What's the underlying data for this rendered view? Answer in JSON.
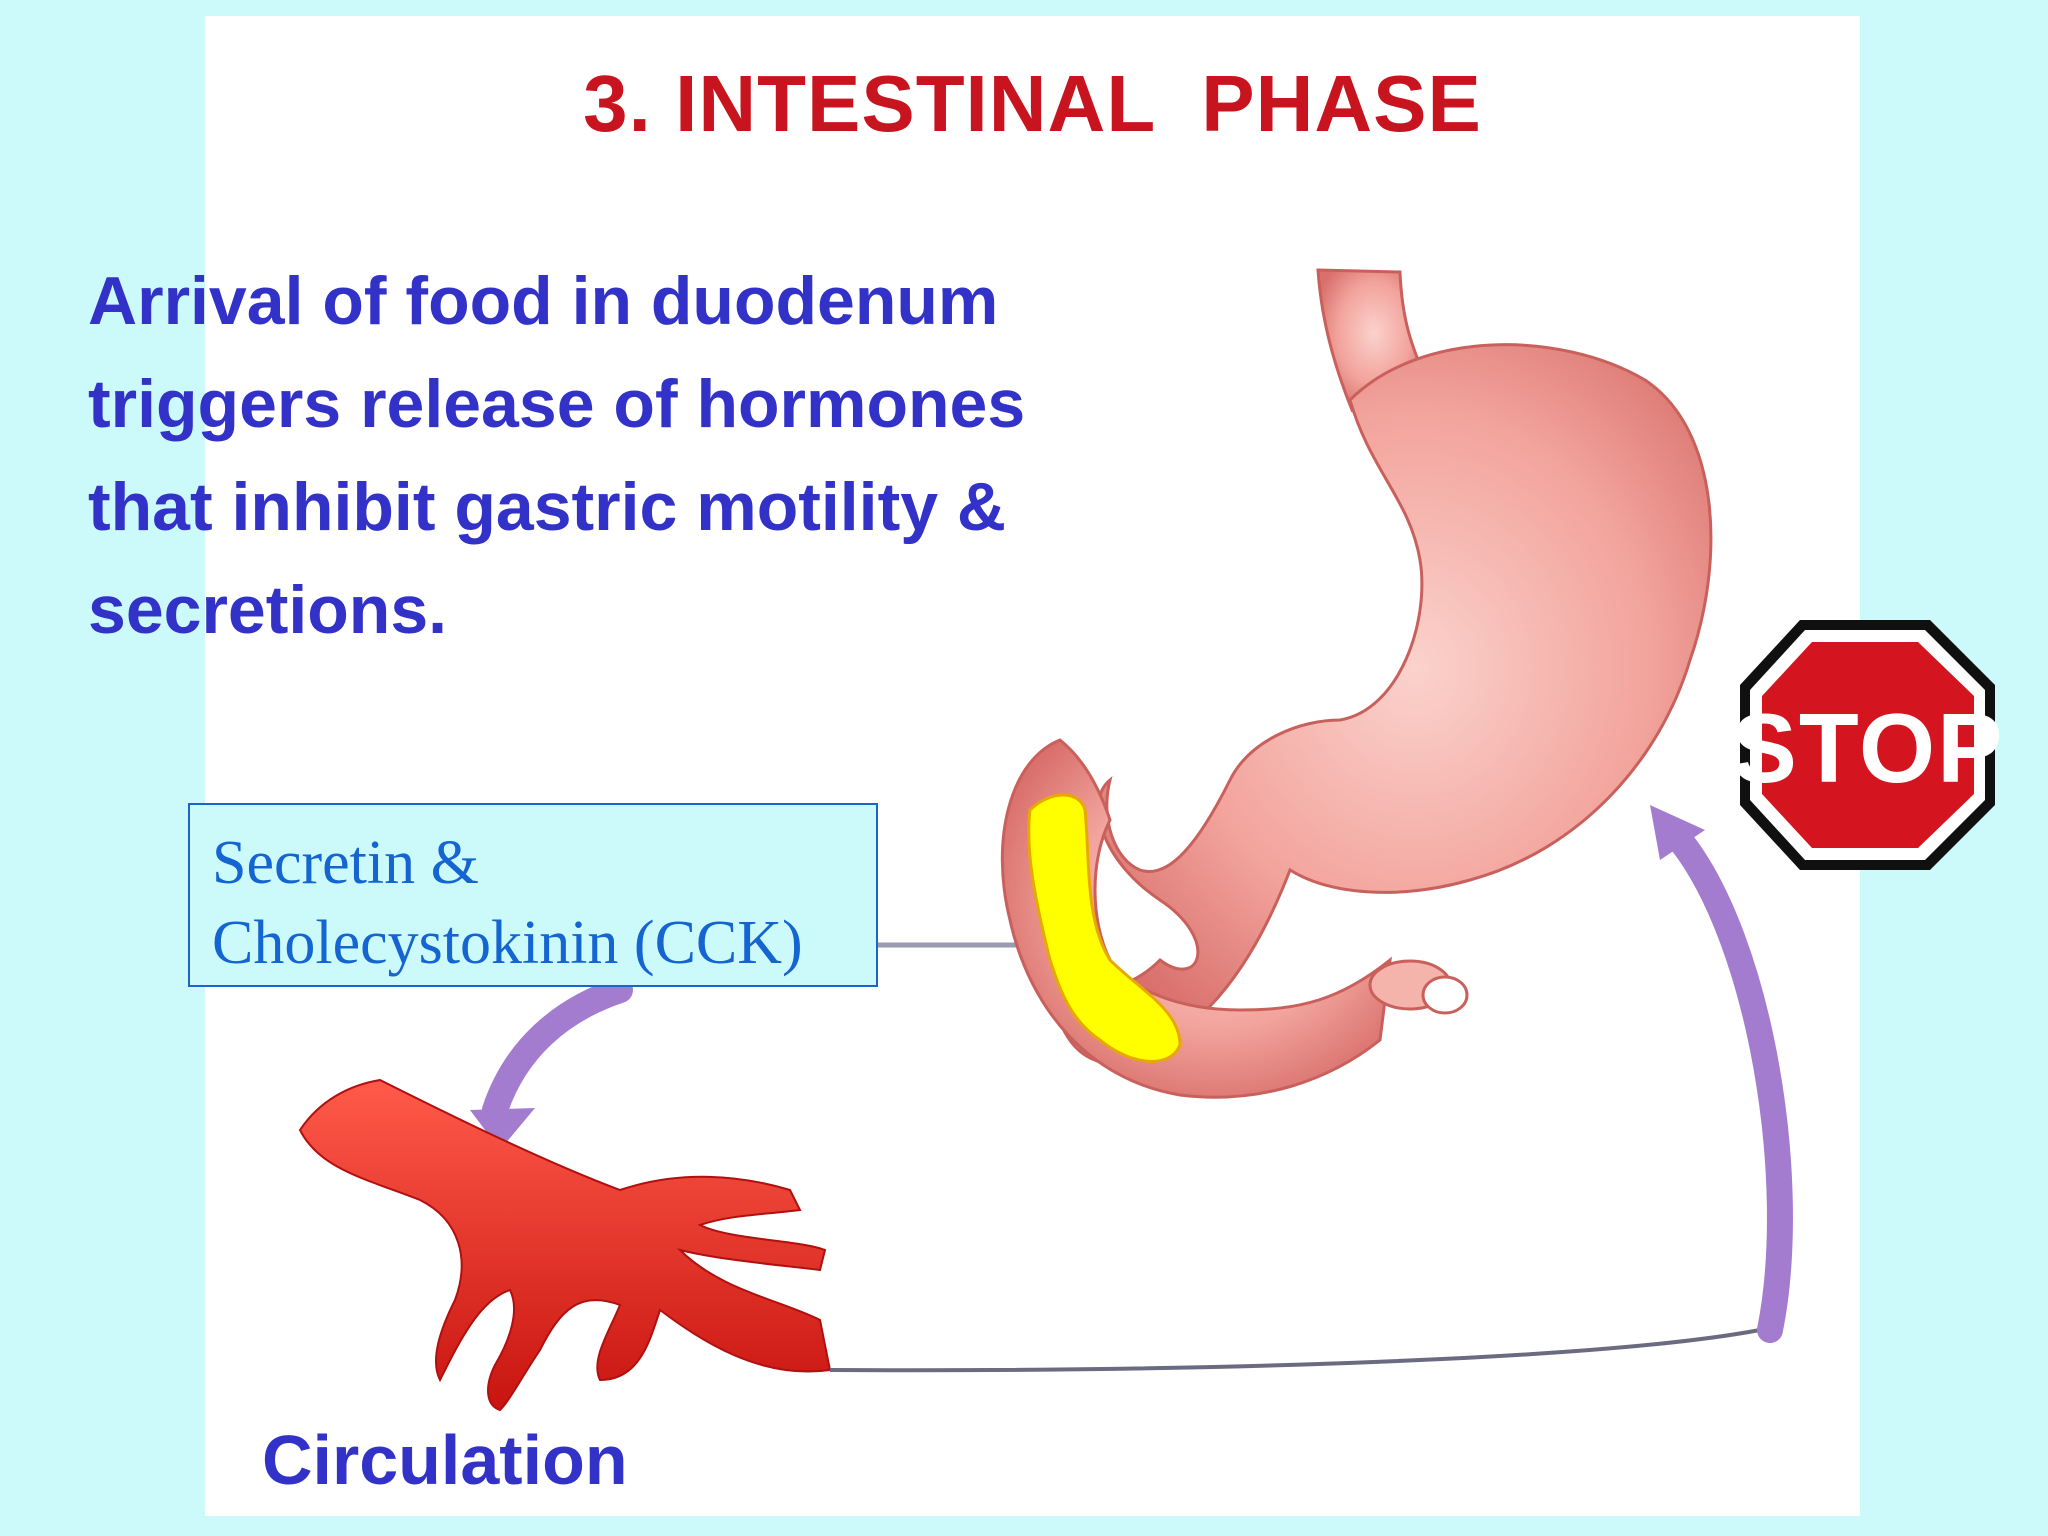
{
  "slide": {
    "title": "3. INTESTINAL  PHASE",
    "description_lines": [
      "Arrival of food in duodenum",
      "triggers release of hormones",
      "that inhibit gastric motility &",
      "secretions."
    ],
    "hormone_box": {
      "lines": [
        "Secretin &",
        "Cholecystokinin (CCK)"
      ]
    },
    "circulation_label": "Circulation",
    "stop_sign_text": "STOP"
  },
  "colors": {
    "background": "#ccfafa",
    "panel": "#ffffff",
    "title": "#c8141e",
    "body_text": "#3232c8",
    "hormone_text": "#1464d2",
    "stomach": "#e98a86",
    "duodenum_highlight": "#ffff00",
    "vessel": "#e8231e",
    "arrow": "#a47ccf",
    "stop_sign": "#d4141e"
  },
  "icons": [
    "stomach-illustration",
    "blood-vessel-icon",
    "stop-sign-icon",
    "curved-arrow-icon"
  ]
}
